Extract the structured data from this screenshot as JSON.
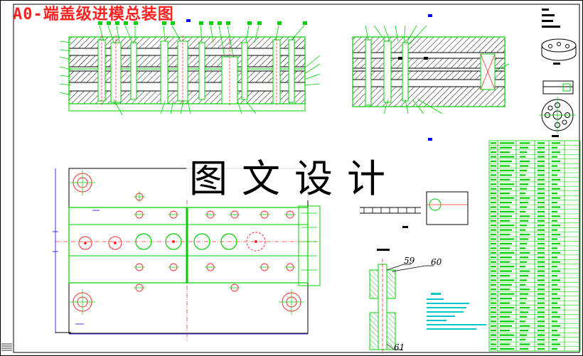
{
  "title": "A0-端盖级进模总装图",
  "watermark": "图文设计",
  "callouts": [
    "59",
    "60",
    "61"
  ],
  "colors": {
    "frame": "#000000",
    "outline": "#00d000",
    "hatch": "#000000",
    "hidden": "#ff2a2a",
    "center": "#d800d8",
    "dimension": "#0000ff",
    "accent_cyan": "#00c8c8",
    "title": "#ff2020"
  }
}
